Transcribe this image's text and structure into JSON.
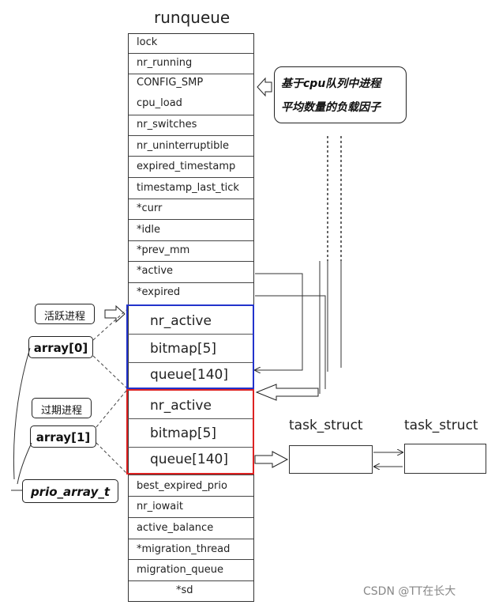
{
  "title": "runqueue",
  "runqueue_fields": [
    "lock",
    "nr_running",
    "CONFIG_SMP",
    "cpu_load",
    "nr_switches",
    "nr_uninterruptible",
    "expired_timestamp",
    "timestamp_last_tick",
    "*curr",
    "*idle",
    "*prev_mm",
    "*active",
    "*expired"
  ],
  "active_array": {
    "fields": [
      "nr_active",
      "bitmap[5]",
      "queue[140]"
    ]
  },
  "expired_array": {
    "fields": [
      "nr_active",
      "bitmap[5]",
      "queue[140]"
    ]
  },
  "runqueue_fields_after": [
    "best_expired_prio",
    "nr_iowait",
    "active_balance",
    "*migration_thread",
    "migration_queue",
    "*sd"
  ],
  "note": {
    "line1": "基于cpu队列中进程",
    "line2": "平均数量的负载因子"
  },
  "labels": {
    "active_process": "活跃进程",
    "array0": "array[0]",
    "expired_process": "过期进程",
    "array1": "array[1]",
    "prio_array_t": "prio_array_t"
  },
  "task_struct_labels": [
    "task_struct",
    "task_struct"
  ],
  "watermark": "CSDN @TT在长大",
  "colors": {
    "active_border": "#2233cc",
    "expired_border": "#dd2222"
  }
}
